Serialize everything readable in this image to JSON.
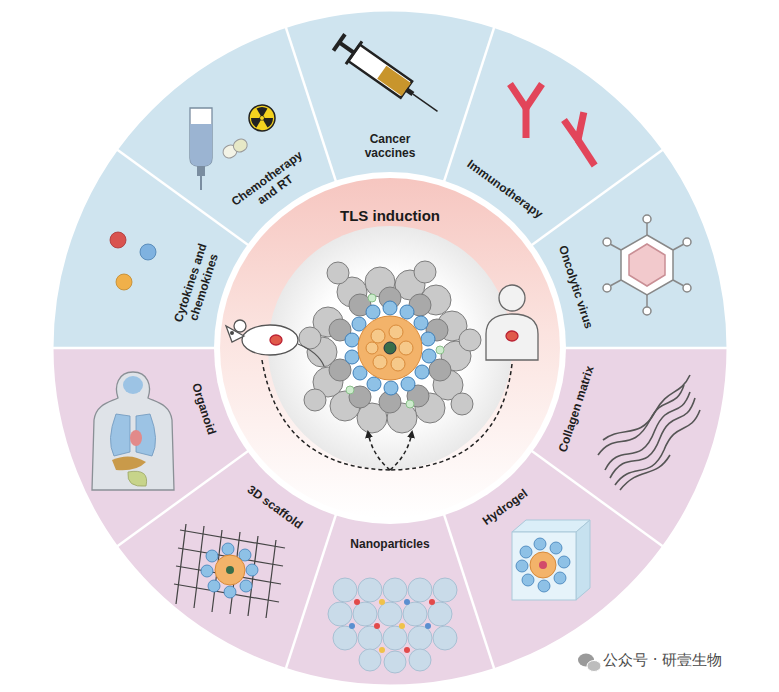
{
  "diagram": {
    "nodes": [
      {
        "text": [
          "TLS induction"
        ]
      },
      {
        "text": [
          "Cancer vaccines"
        ]
      },
      {
        "text": [
          "Immunotherapy"
        ]
      },
      {
        "text": [
          "Oncolytic virus"
        ]
      },
      {
        "text": [
          "Collagen matrix"
        ]
      },
      {
        "text": [
          "Hydrogel"
        ]
      },
      {
        "text": [
          "Nanoparticles"
        ]
      },
      {
        "text": [
          "3D scaffold"
        ]
      },
      {
        "text": [
          "Organoid"
        ]
      },
      {
        "text": [
          "Cytokines and chemokines"
        ]
      },
      {
        "text": [
          "Chemotherapy and RT"
        ]
      }
    ],
    "labels": [
      "公众号 · 研壹生物"
    ]
  }
}
